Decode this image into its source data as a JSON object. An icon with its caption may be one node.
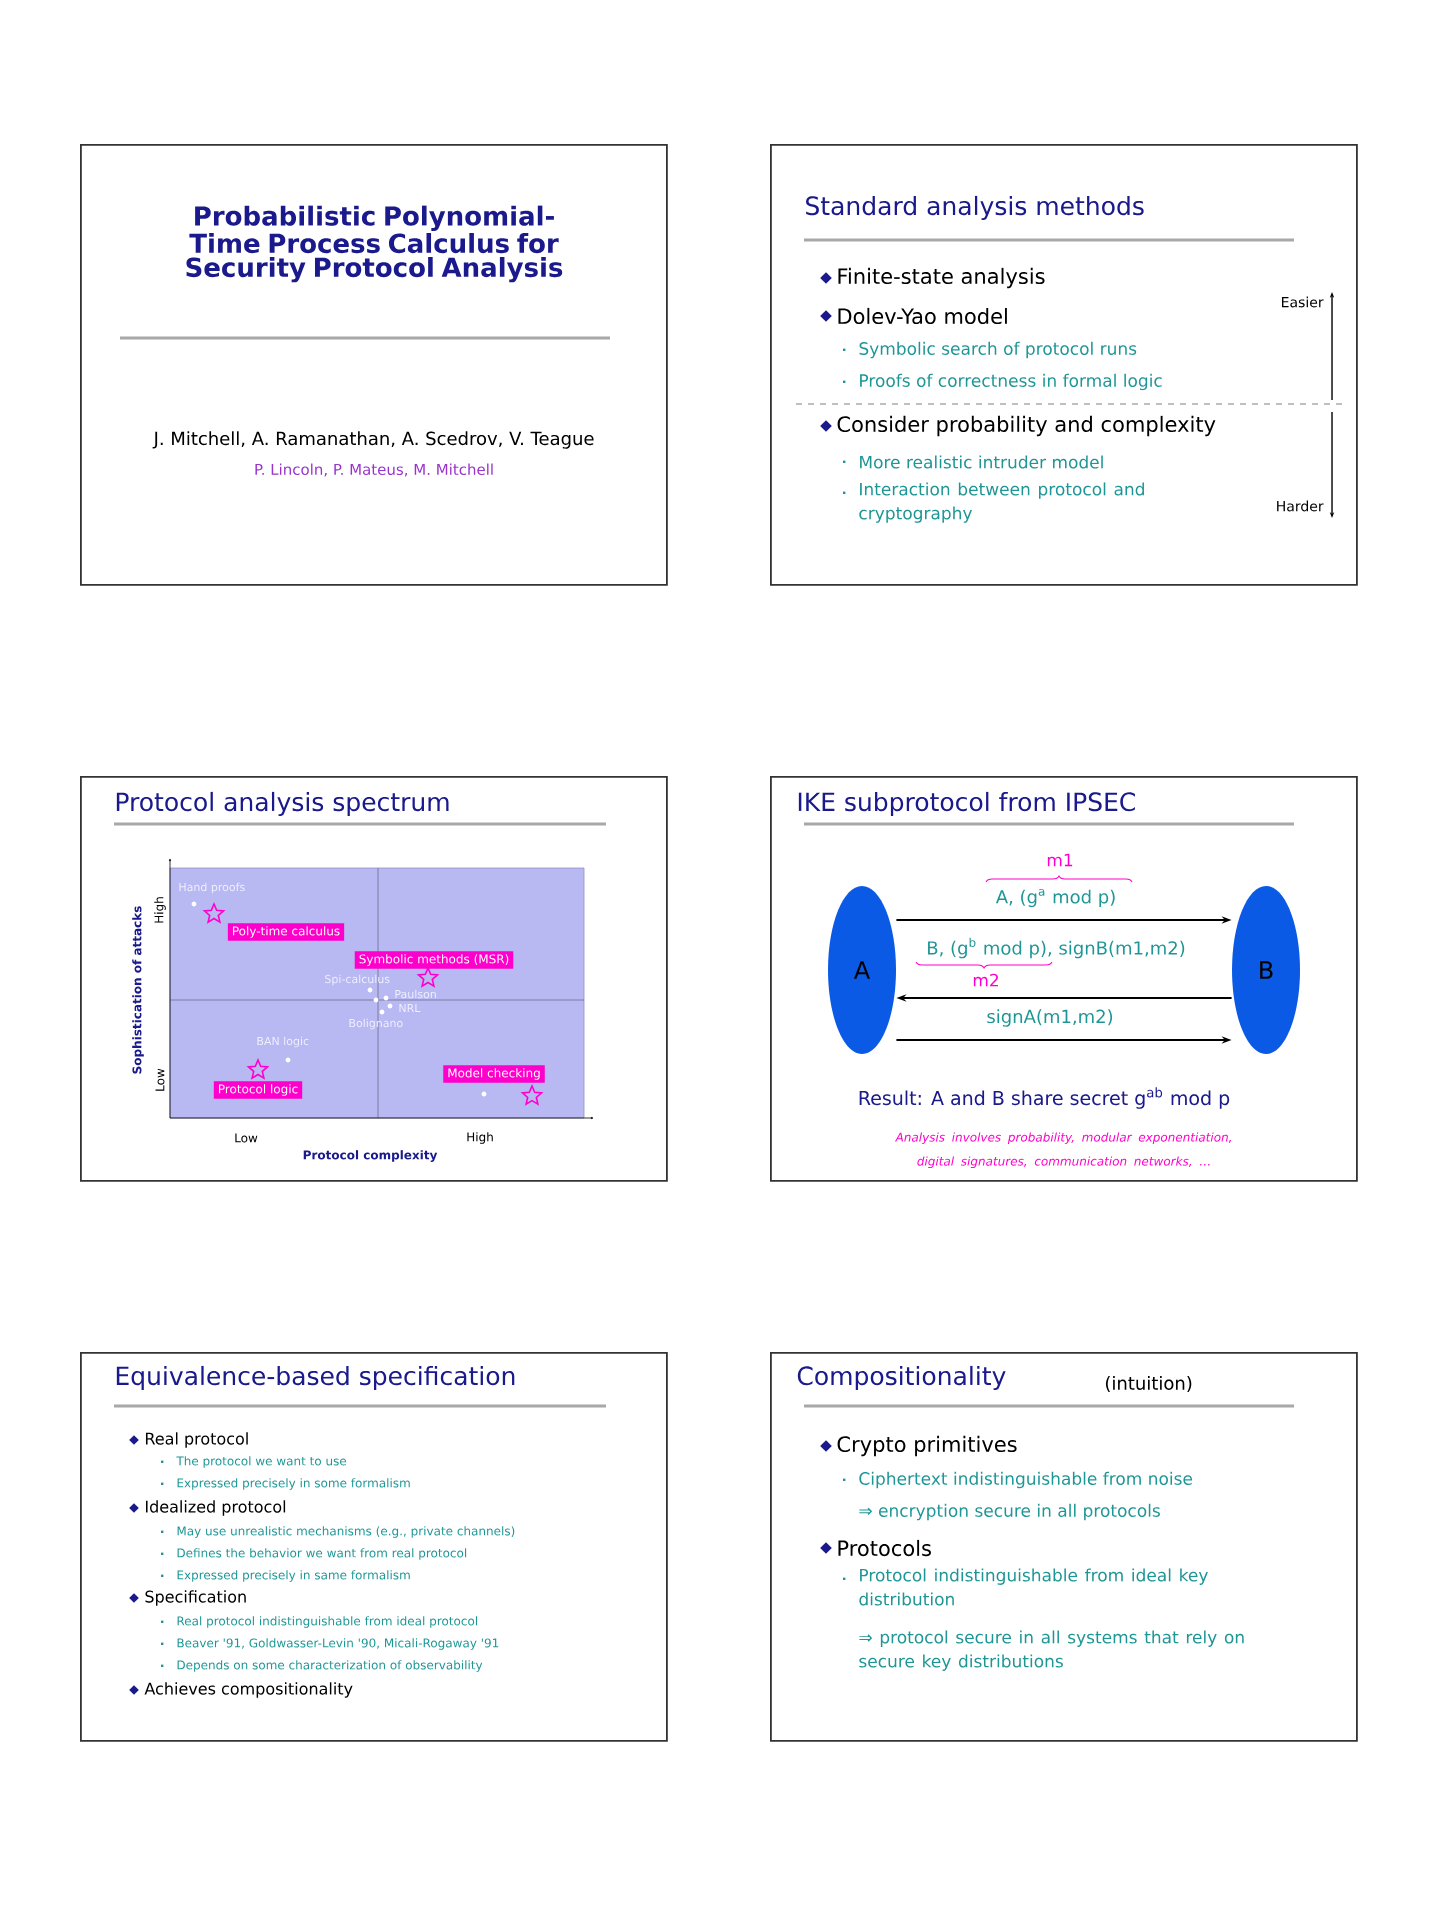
{
  "diagram": {
    "nodes": [
      {
        "text": [
          "Probabilistic Polynomial-Time Process Calculus for Security Protocol Analysis",
          "J. Mitchell, A. Ramanathan, A. Scedrov, V. Teague",
          "P. Lincoln, P. Mateus, M. Mitchell"
        ]
      },
      {
        "text": [
          "Standard analysis methods"
        ]
      },
      {
        "text": [
          "Protocol analysis spectrum"
        ]
      },
      {
        "text": [
          "IKE subprotocol from IPSEC"
        ]
      },
      {
        "text": [
          "Equivalence-based specification"
        ]
      },
      {
        "text": [
          "Compositionality",
          "(intuition)"
        ]
      },
      {
        "text": [
          "Poly-time calculus"
        ],
        "in": 2
      },
      {
        "text": [
          "Symbolic methods (MSR)"
        ],
        "in": 2
      },
      {
        "text": [
          "Model checking"
        ],
        "in": 2
      },
      {
        "text": [
          "Protocol logic"
        ],
        "in": 2
      },
      {
        "text": [
          "A"
        ],
        "in": 3
      },
      {
        "text": [
          "B"
        ],
        "in": 3
      }
    ],
    "edges": [
      {
        "from": 10,
        "to": 11,
        "arrow": "to",
        "label": "A, (g$^{a}$ mod p)"
      },
      {
        "from": 11,
        "to": 10,
        "arrow": "to",
        "label": "B, (g$^{b}$ mod p), signB(m1,m2)"
      },
      {
        "from": 10,
        "to": 11,
        "arrow": "to",
        "label": "signA(m1,m2)"
      }
    ],
    "labels": [
      "Finite-state analysis",
      "Easier",
      "Dolev-Yao model",
      "Symbolic search of protocol runs",
      "Proofs of correctness in formal logic",
      "Consider probability and complexity",
      "More realistic intruder model",
      "Interaction between protocol and cryptography",
      "Harder",
      "Hand proofs",
      "High",
      "Spi-calculus",
      "Paulson",
      "NRL",
      "Bolignano",
      "BAN logic",
      "Low",
      "Sophistication of attacks",
      "Low",
      "High",
      "Protocol complexity",
      "m1",
      "m2",
      "Result: A and B share secret g$^{ab}$ mod p",
      "Analysis involves probability, modular exponentiation, digital signatures, communication networks, …",
      "Real protocol",
      "The protocol we want to use",
      "Expressed precisely in some formalism",
      "Idealized protocol",
      "May use unrealistic mechanisms (e.g., private channels)",
      "Defines the behavior we want from real protocol",
      "Expressed precisely in same formalism",
      "Specification",
      "Real protocol indistinguishable from ideal protocol",
      "Beaver '91, Goldwasser-Levin '90, Micali-Rogaway '91",
      "Depends on some characterization of observability",
      "Achieves compositionality",
      "Crypto primitives",
      "Ciphertext indistinguishable from noise",
      "⇒ encryption secure in all protocols",
      "Protocols",
      "Protocol indistinguishable from ideal key distribution",
      "⇒ protocol secure in all systems that rely on secure key distributions"
    ]
  }
}
